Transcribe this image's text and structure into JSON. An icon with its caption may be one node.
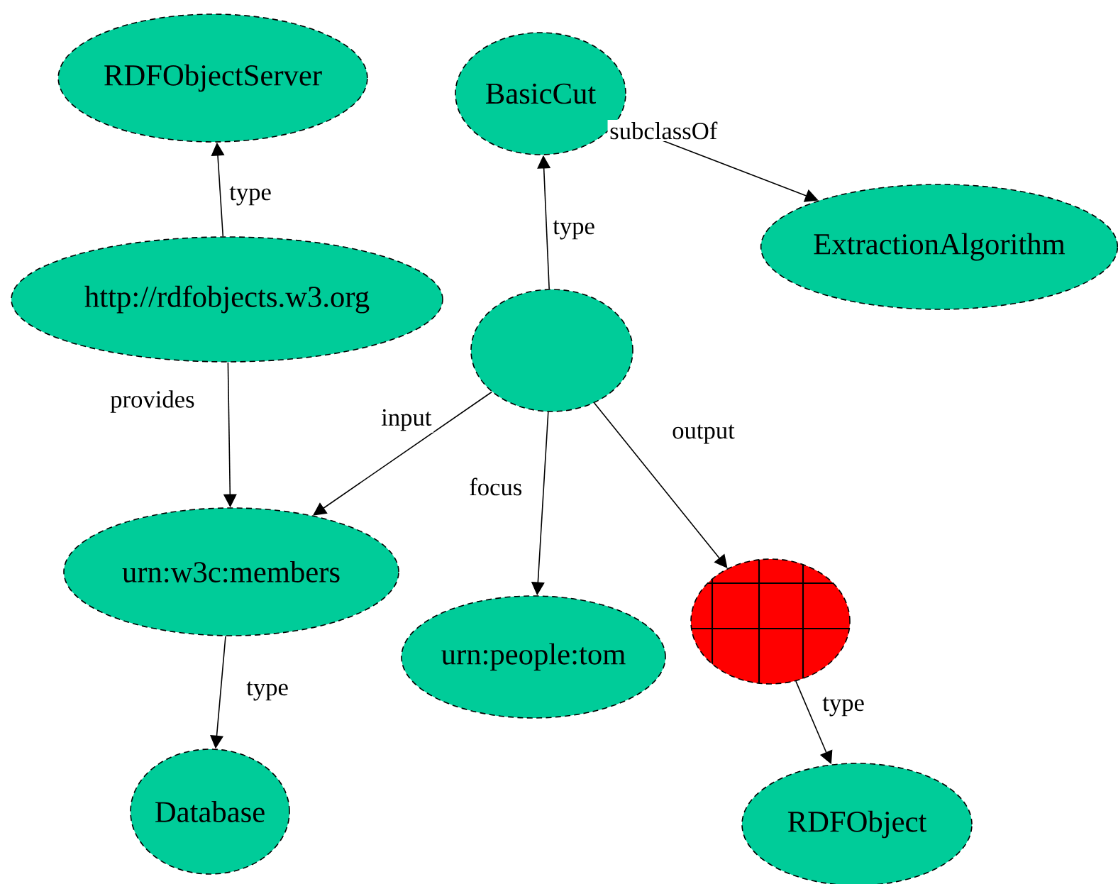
{
  "diagram": {
    "nodes": [
      {
        "text": [
          "RDFObjectServer"
        ]
      },
      {
        "text": [
          "BasicCut"
        ]
      },
      {
        "text": [
          "http://rdfobjects.w3.org"
        ]
      },
      {
        "text": [
          "ExtractionAlgorithm"
        ]
      },
      {
        "text": [],
        "shape": "ellipse"
      },
      {
        "text": [
          "urn:w3c:members"
        ]
      },
      {
        "text": [
          "urn:people:tom"
        ]
      },
      {
        "text": [],
        "shape": "grid"
      },
      {
        "text": [
          "Database"
        ]
      },
      {
        "text": [
          "RDFObject"
        ]
      }
    ],
    "edges": [
      {
        "from": 2,
        "to": 0,
        "arrow": "to",
        "label": "type"
      },
      {
        "from": 4,
        "to": 1,
        "arrow": "to",
        "label": "type"
      },
      {
        "from": 1,
        "to": 3,
        "arrow": "to",
        "label": "subclassOf"
      },
      {
        "from": 2,
        "to": 5,
        "arrow": "to",
        "label": "provides"
      },
      {
        "from": 4,
        "to": 5,
        "arrow": "to",
        "label": "input"
      },
      {
        "from": 4,
        "to": 6,
        "arrow": "to",
        "label": "focus"
      },
      {
        "from": 4,
        "to": 7,
        "arrow": "to",
        "label": "output"
      },
      {
        "from": 5,
        "to": 8,
        "arrow": "to",
        "label": "type"
      },
      {
        "from": 7,
        "to": 9,
        "arrow": "to",
        "label": "type"
      }
    ]
  }
}
